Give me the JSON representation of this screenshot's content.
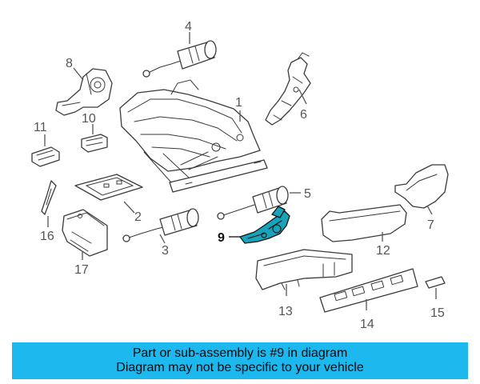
{
  "diagram": {
    "highlighted_part": "9",
    "highlight_color": "#19a3b8",
    "callouts": {
      "p1": "1",
      "p2": "2",
      "p3": "3",
      "p4": "4",
      "p5": "5",
      "p6": "6",
      "p7": "7",
      "p8": "8",
      "p9": "9",
      "p10": "10",
      "p11": "11",
      "p12": "12",
      "p13": "13",
      "p14": "14",
      "p15": "15",
      "p16": "16",
      "p17": "17"
    }
  },
  "banner": {
    "line1": "Part or sub-assembly is #9 in diagram",
    "line2": "Diagram may not be specific to your vehicle",
    "background": "#1cb8ee"
  }
}
